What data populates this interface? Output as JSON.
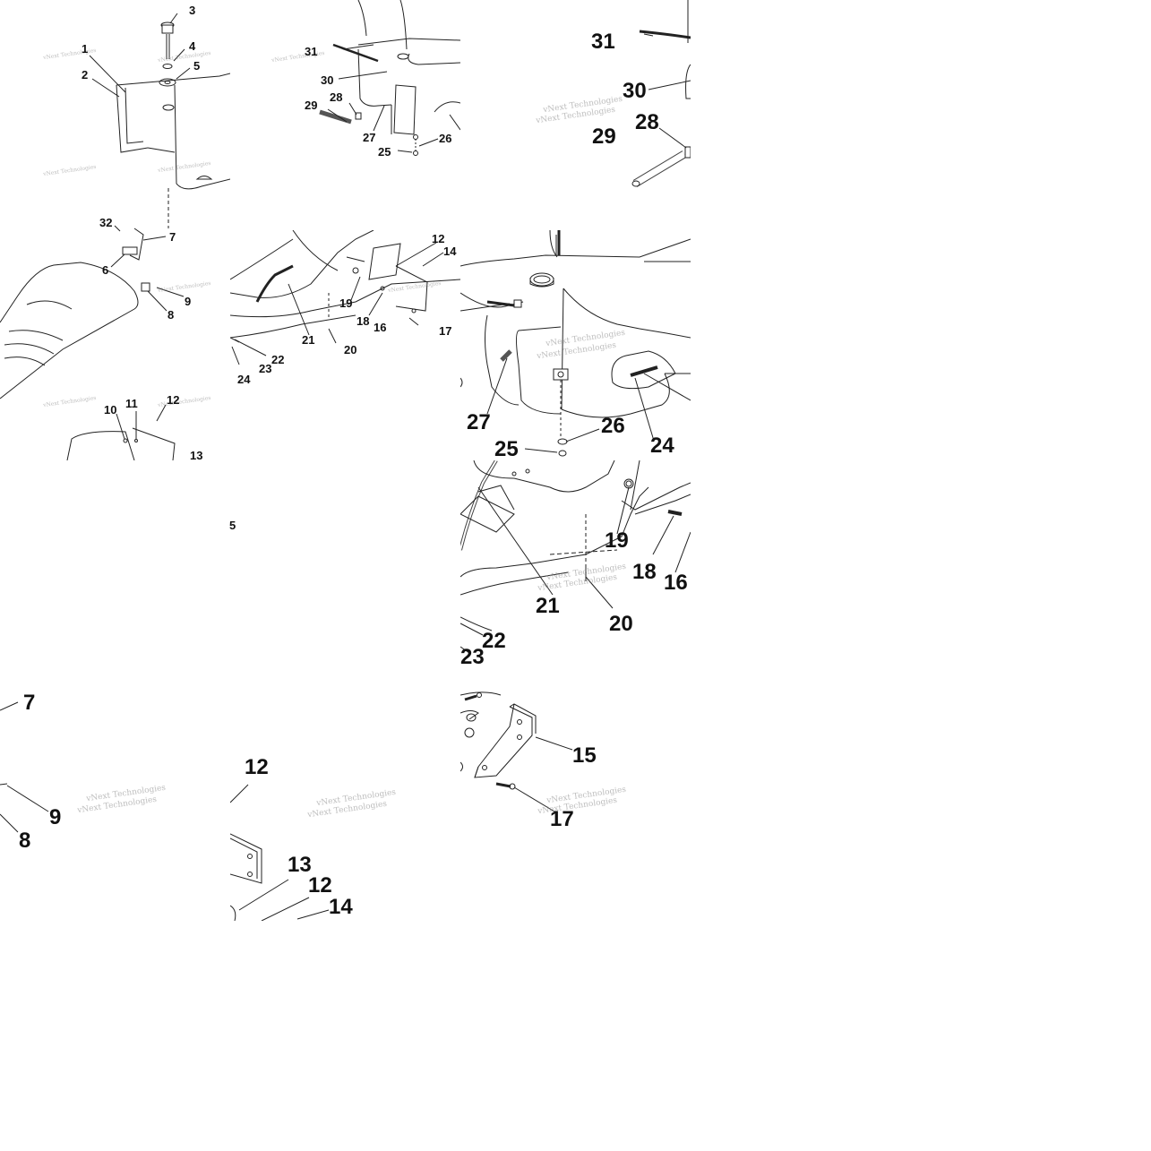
{
  "watermark": "vNext Technologies",
  "stray_label": "5",
  "tiles": {
    "t1": {
      "labels": [
        "1",
        "2",
        "3",
        "4",
        "5",
        "32",
        "7",
        "6",
        "9",
        "8",
        "10",
        "11",
        "12",
        "13"
      ]
    },
    "t2": {
      "labels": [
        "31",
        "30",
        "28",
        "29",
        "27",
        "26",
        "25"
      ]
    },
    "t3": {
      "labels": [
        "31",
        "30",
        "28",
        "29"
      ]
    },
    "t5": {
      "labels": [
        "12",
        "14",
        "19",
        "18",
        "16",
        "17",
        "20",
        "21",
        "22",
        "23",
        "24"
      ]
    },
    "t6": {
      "labels": [
        "27",
        "26",
        "25",
        "24"
      ]
    },
    "t8": {
      "labels": [
        "19",
        "18",
        "16",
        "21",
        "20",
        "22",
        "23"
      ]
    },
    "t10": {
      "labels": [
        "7",
        "9",
        "8"
      ]
    },
    "t11": {
      "labels": [
        "12",
        "13",
        "12",
        "14"
      ]
    },
    "t12": {
      "labels": [
        "15",
        "17"
      ]
    }
  },
  "colors": {
    "ink": "#111111",
    "line": "#222222",
    "watermark": "#888888",
    "background": "#ffffff"
  }
}
